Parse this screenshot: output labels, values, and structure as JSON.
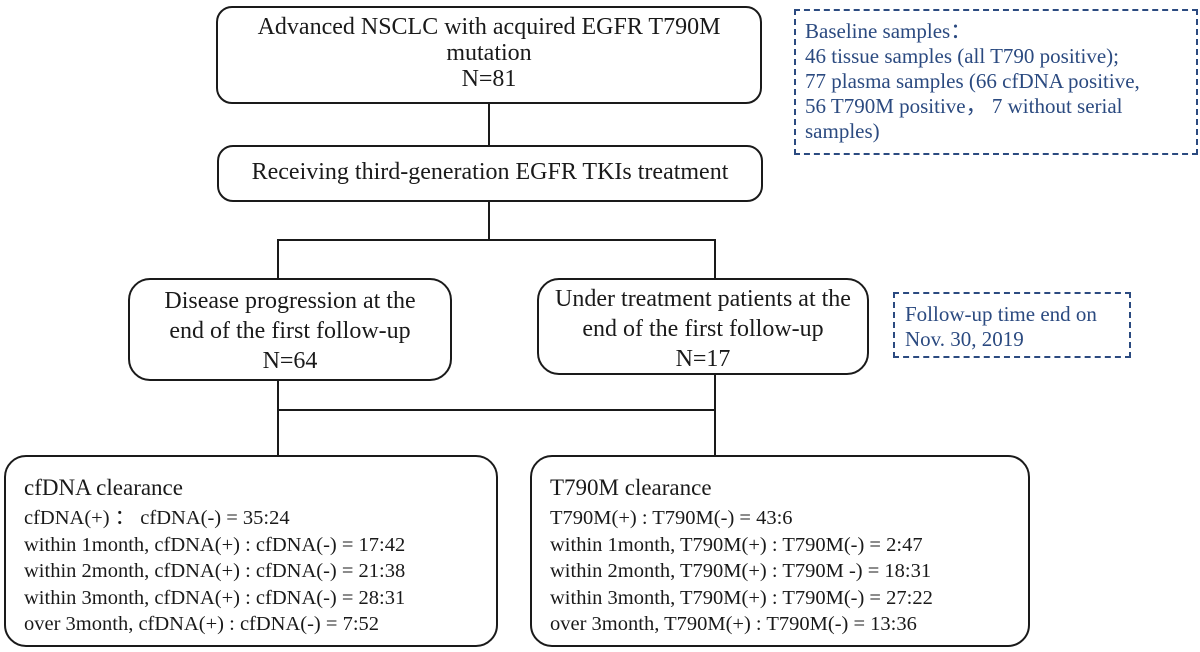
{
  "top_box": {
    "line1": "Advanced NSCLC with acquired EGFR T790M",
    "line2": "mutation",
    "line3": "N=81"
  },
  "treatment_box": {
    "label": "Receiving third-generation EGFR TKIs treatment"
  },
  "progression_box": {
    "line1": "Disease progression at the",
    "line2": "end of the first follow-up",
    "line3": "N=64"
  },
  "under_treatment_box": {
    "line1": "Under treatment patients at the",
    "line2": "end of the first follow-up",
    "line3": "N=17"
  },
  "baseline_note": {
    "line1": "Baseline samples：",
    "line2": "46 tissue samples (all T790 positive);",
    "line3": "77 plasma samples (66 cfDNA positive,",
    "line4": "56 T790M positive， 7 without serial",
    "line5": "samples)"
  },
  "followup_note": {
    "line1": "Follow-up time end on",
    "line2": "Nov. 30, 2019"
  },
  "cfdna_box": {
    "title": "cfDNA clearance",
    "rows": [
      "cfDNA(+) ： cfDNA(-) = 35:24",
      "within 1month, cfDNA(+) : cfDNA(-) = 17:42",
      "within 2month, cfDNA(+) : cfDNA(-) = 21:38",
      "within 3month, cfDNA(+) : cfDNA(-) = 28:31",
      "over 3month, cfDNA(+) : cfDNA(-) = 7:52"
    ]
  },
  "t790m_box": {
    "title": "T790M clearance",
    "rows": [
      "T790M(+) : T790M(-) = 43:6",
      "within 1month, T790M(+) : T790M(-) = 2:47",
      "within 2month, T790M(+) : T790M -) = 18:31",
      "within 3month, T790M(+) : T790M(-) = 27:22",
      "over 3month, T790M(+) : T790M(-) = 13:36"
    ]
  }
}
